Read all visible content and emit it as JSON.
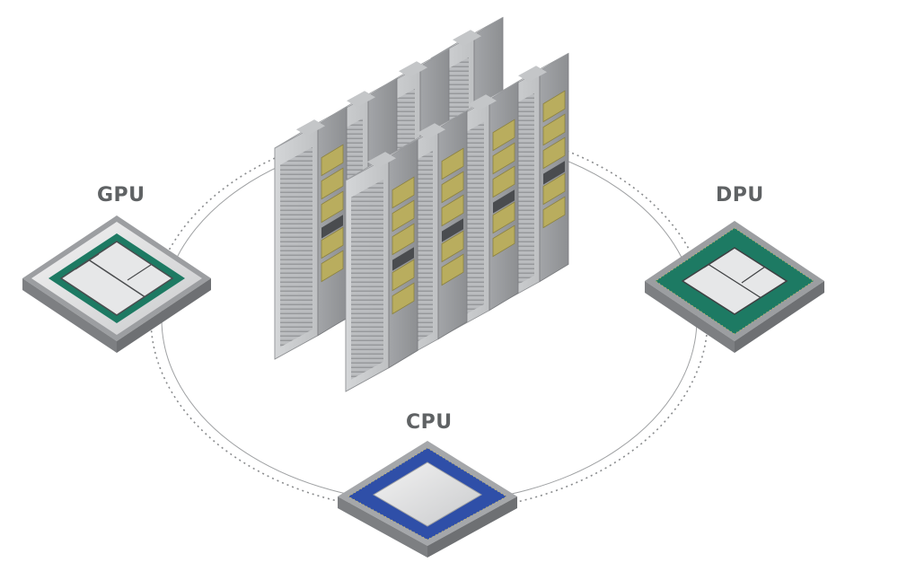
{
  "labels": {
    "gpu": "GPU",
    "dpu": "DPU",
    "cpu": "CPU"
  },
  "colors": {
    "background": "#ffffff",
    "label": "#5f6264",
    "ring": "#8a8c8e",
    "rack_body": "#c9cbcd",
    "rack_side": "#9a9c9f",
    "rack_top": "#e3e4e5",
    "drive_gold": "#b9ad5e",
    "gpu_substrate": "#1d7a63",
    "dpu_substrate": "#1d7a63",
    "cpu_substrate": "#2f4fa8",
    "package_frame": "#a8aaad"
  },
  "icons": {
    "center": "server-rack-cluster-icon",
    "gpu": "gpu-chip-icon",
    "dpu": "dpu-chip-icon",
    "cpu": "cpu-chip-icon"
  }
}
